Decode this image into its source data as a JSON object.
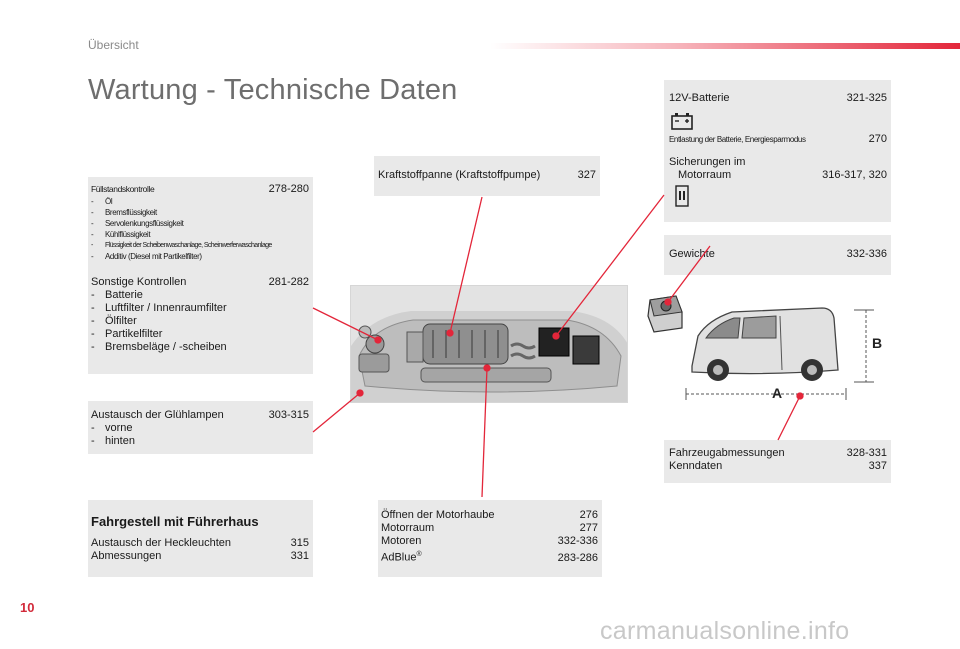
{
  "header": {
    "section": "Übersicht",
    "title": "Wartung - Technische Daten",
    "page_number": "10"
  },
  "watermark": "carmanualsonline.info",
  "fluids": {
    "title": "Füllstandskontrolle",
    "pages": "278-280",
    "items": [
      "Öl",
      "Bremsflüssigkeit",
      "Servolenkungsflüssigkeit",
      "Kühlflüssigkeit",
      "Flüssigkeit der Scheibenwaschanlage, Scheinwerferwaschanlage",
      "Additiv (Diesel mit Partikelfilter)"
    ]
  },
  "other_checks": {
    "title": "Sonstige Kontrollen",
    "pages": "281-282",
    "items": [
      "Batterie",
      "Luftfilter / Innenraumfilter",
      "Ölfilter",
      "Partikelfilter",
      "Bremsbeläge / -scheiben"
    ]
  },
  "bulbs": {
    "title": "Austausch der Glühlampen",
    "pages": "303-315",
    "items": [
      "vorne",
      "hinten"
    ]
  },
  "chassis": {
    "title": "Fahrgestell mit Führerhaus",
    "rows": [
      {
        "label": "Austausch der Heckleuchten",
        "pages": "315"
      },
      {
        "label": "Abmessungen",
        "pages": "331"
      }
    ]
  },
  "fuel": {
    "label": "Kraftstoffpanne (Kraftstoffpumpe)",
    "pages": "327"
  },
  "bonnet": {
    "rows": [
      {
        "label": "Öffnen der Motorhaube",
        "pages": "276"
      },
      {
        "label": "Motorraum",
        "pages": "277"
      },
      {
        "label": "Motoren",
        "pages": "332-336"
      },
      {
        "label": "AdBlue",
        "sup": "®",
        "pages": "283-286"
      }
    ]
  },
  "battery": {
    "title": "12V-Batterie",
    "pages": "321-325",
    "sub_label": "Entlastung der Batterie, Energiesparmodus",
    "sub_pages": "270",
    "fuses_line1": "Sicherungen im",
    "fuses_line2": "Motorraum",
    "fuses_pages": "316-317, 320"
  },
  "weights": {
    "label": "Gewichte",
    "pages": "332-336"
  },
  "dimensions": {
    "rows": [
      {
        "label": "Fahrzeugabmessungen",
        "pages": "328-331"
      },
      {
        "label": "Kenndaten",
        "pages": "337"
      }
    ],
    "label_a": "A",
    "label_b": "B"
  },
  "colors": {
    "accent": "#e3263a",
    "box": "#e9e9e9",
    "title": "#6e6e6e"
  }
}
